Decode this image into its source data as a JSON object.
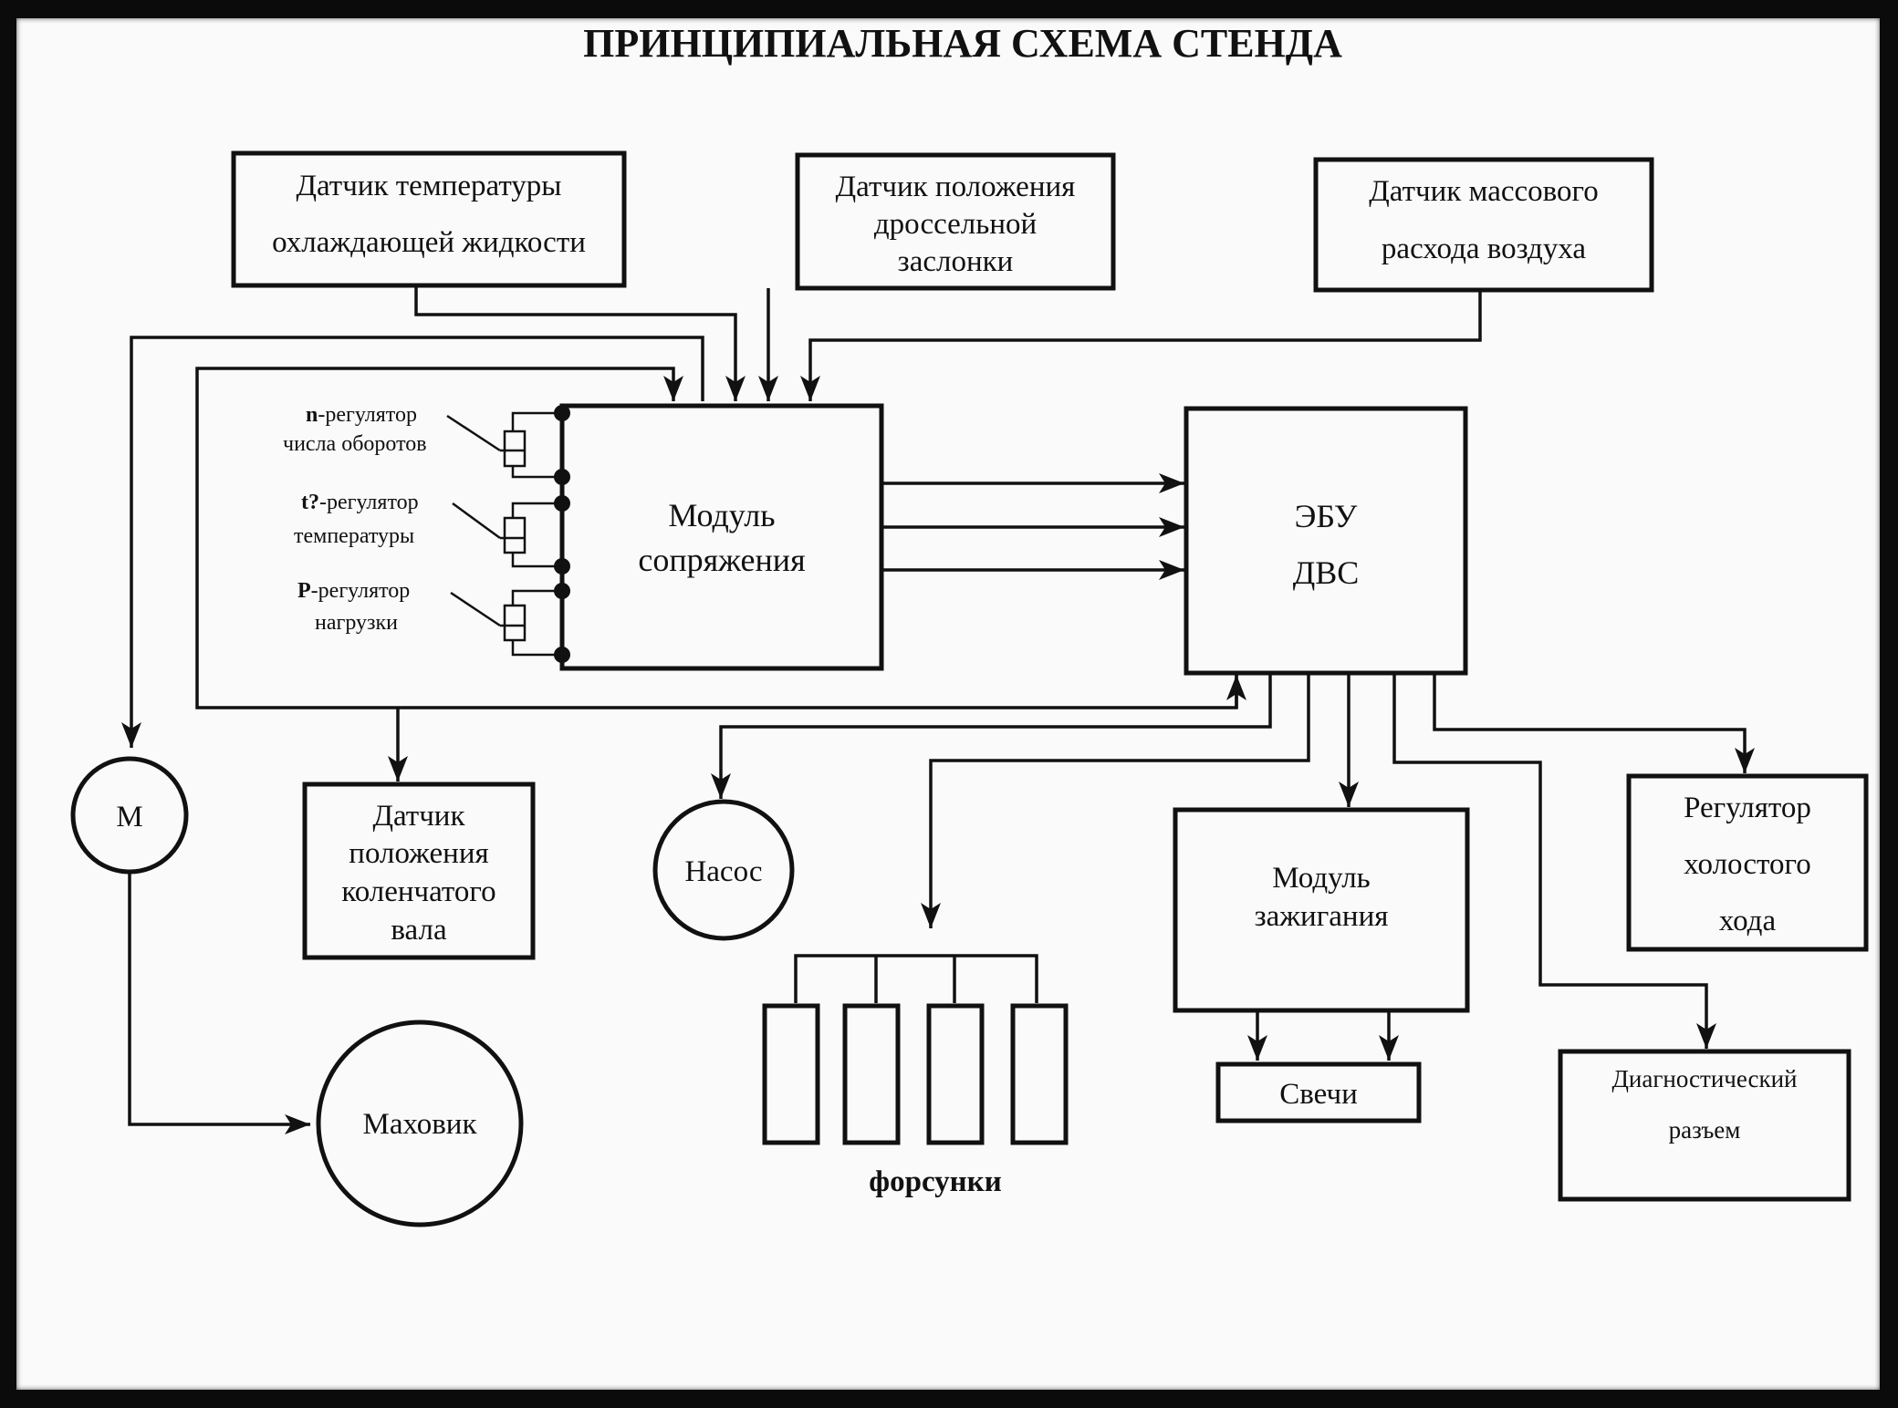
{
  "title": "ПРИНЦИПИАЛЬНАЯ СХЕМА СТЕНДА",
  "sensors": {
    "coolant_temp": [
      "Датчик температуры",
      "охлаждающей жидкости"
    ],
    "throttle_pos": [
      "Датчик положения",
      "дроссельной",
      "заслонки"
    ],
    "mass_air_flow": [
      "Датчик массового",
      "расхода воздуха"
    ]
  },
  "regulators": {
    "n_prefix": "n",
    "n_line1": "-регулятор",
    "n_line2": "числа оборотов",
    "t_prefix": "t?",
    "t_line1": "-регулятор",
    "t_line2": "температуры",
    "p_prefix": "P",
    "p_line1": "-регулятор",
    "p_line2": "нагрузки"
  },
  "interface_module": [
    "Модуль",
    "сопряжения"
  ],
  "ecu": [
    "ЭБУ",
    "ДВС"
  ],
  "motor": "М",
  "flywheel": "Маховик",
  "crankshaft_sensor": [
    "Датчик",
    "положения",
    "коленчатого",
    "вала"
  ],
  "pump": "Насос",
  "injectors": "форсунки",
  "ignition_module": [
    "Модуль",
    "зажигания"
  ],
  "spark_plugs": "Свечи",
  "idle_regulator": [
    "Регулятор",
    "холостого",
    "хода"
  ],
  "diagnostic_connector": [
    "Диагностический",
    "разъем"
  ]
}
